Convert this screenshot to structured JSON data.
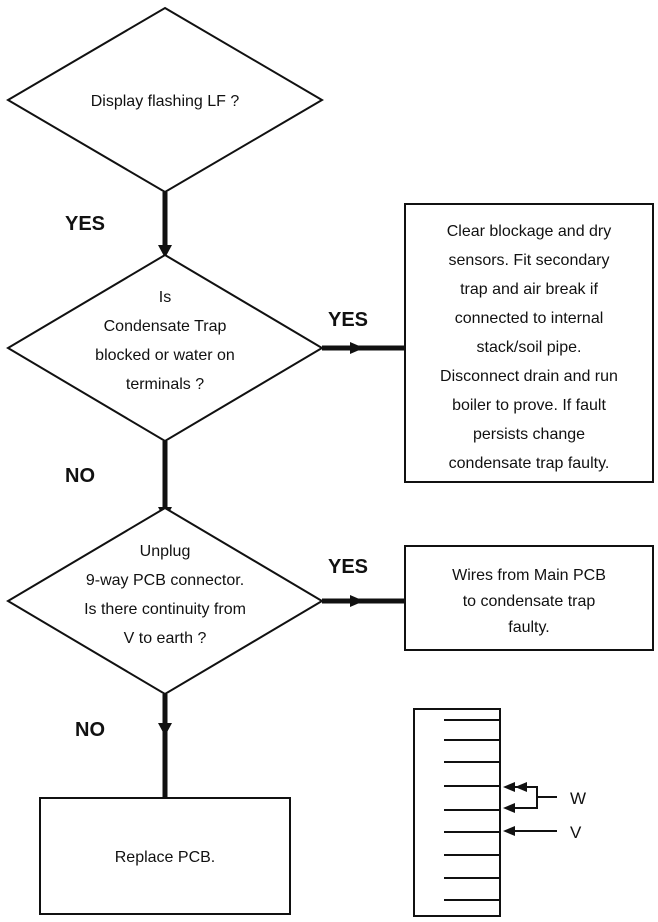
{
  "flowchart": {
    "decision1": {
      "text": "Display flashing LF ?"
    },
    "decision2": {
      "lines": [
        "Is",
        "Condensate Trap",
        "blocked or water on",
        "terminals ?"
      ]
    },
    "decision3": {
      "lines": [
        "Unplug",
        "9-way PCB connector.",
        "Is there continuity from",
        "V to earth ?"
      ]
    },
    "action1": {
      "lines": [
        "Clear blockage and dry",
        "sensors. Fit secondary",
        "trap and air break if",
        "connected to internal",
        "stack/soil pipe.",
        "Disconnect drain and run",
        "boiler to prove. If fault",
        "persists change",
        "condensate trap faulty."
      ]
    },
    "action2": {
      "lines": [
        "Wires from Main PCB",
        "to condensate trap",
        "faulty."
      ]
    },
    "final": {
      "text": "Replace PCB."
    },
    "labels": {
      "yes1": "YES",
      "yes2": "YES",
      "no1": "NO",
      "yes3": "YES",
      "no2": "NO"
    }
  },
  "connector_diagram": {
    "pin_w": "W",
    "pin_v": "V"
  }
}
